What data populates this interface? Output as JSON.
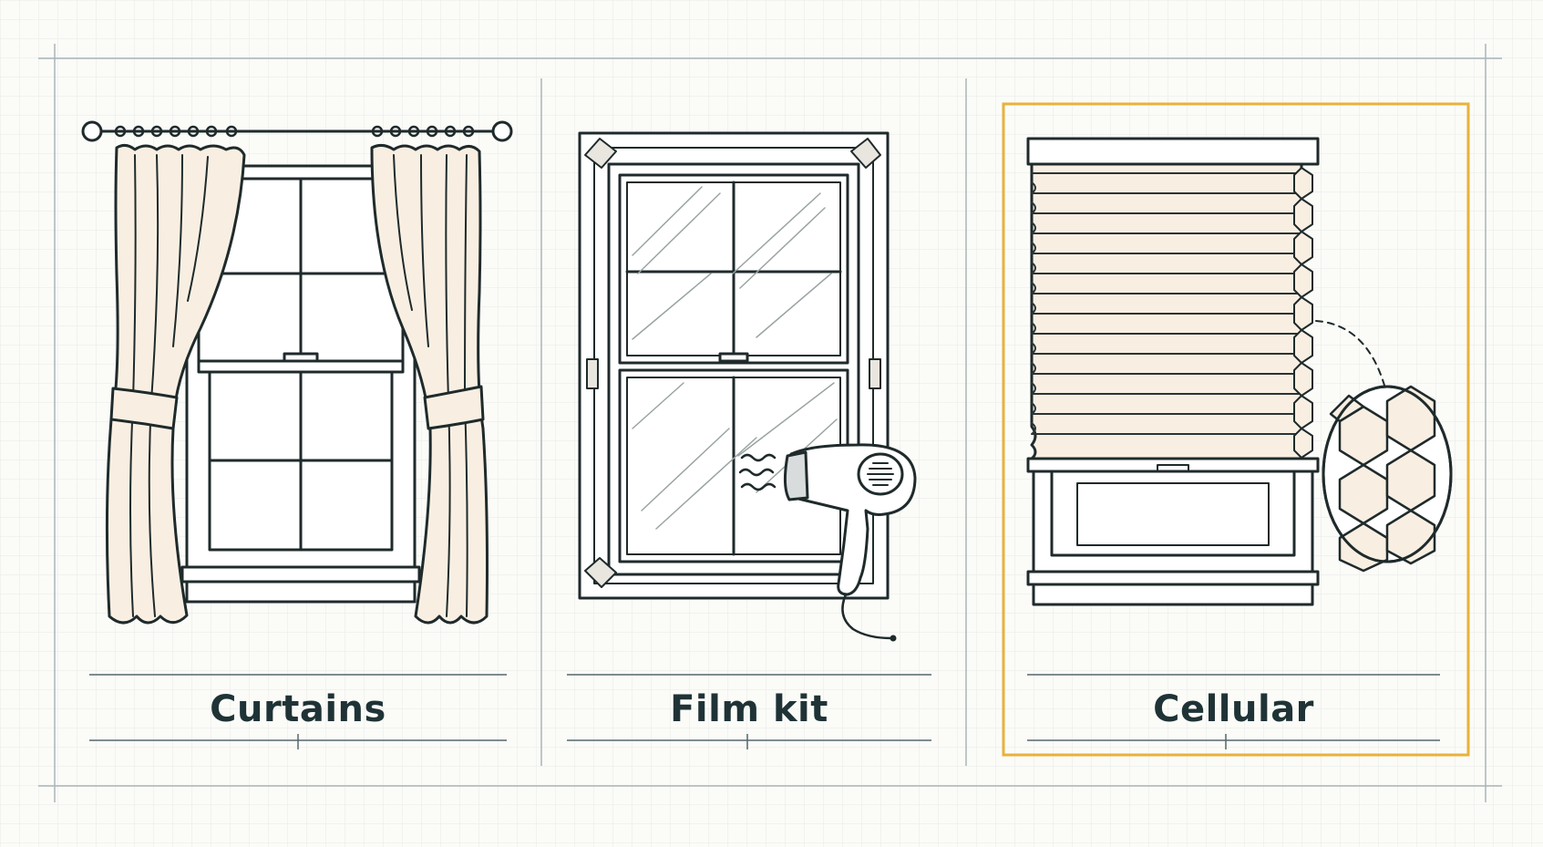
{
  "panels": [
    {
      "label": "Curtains",
      "highlighted": false
    },
    {
      "label": "Film kit",
      "highlighted": false
    },
    {
      "label": "Cellular",
      "highlighted": true
    }
  ],
  "colors": {
    "background": "#fbfbf8",
    "grid": "#e7ebea",
    "frame_line": "#a9b6b8",
    "outline": "#1f2a2b",
    "fabric": "#f8efe2",
    "highlight": "#e8b23a",
    "label_text": "#1f3336"
  }
}
